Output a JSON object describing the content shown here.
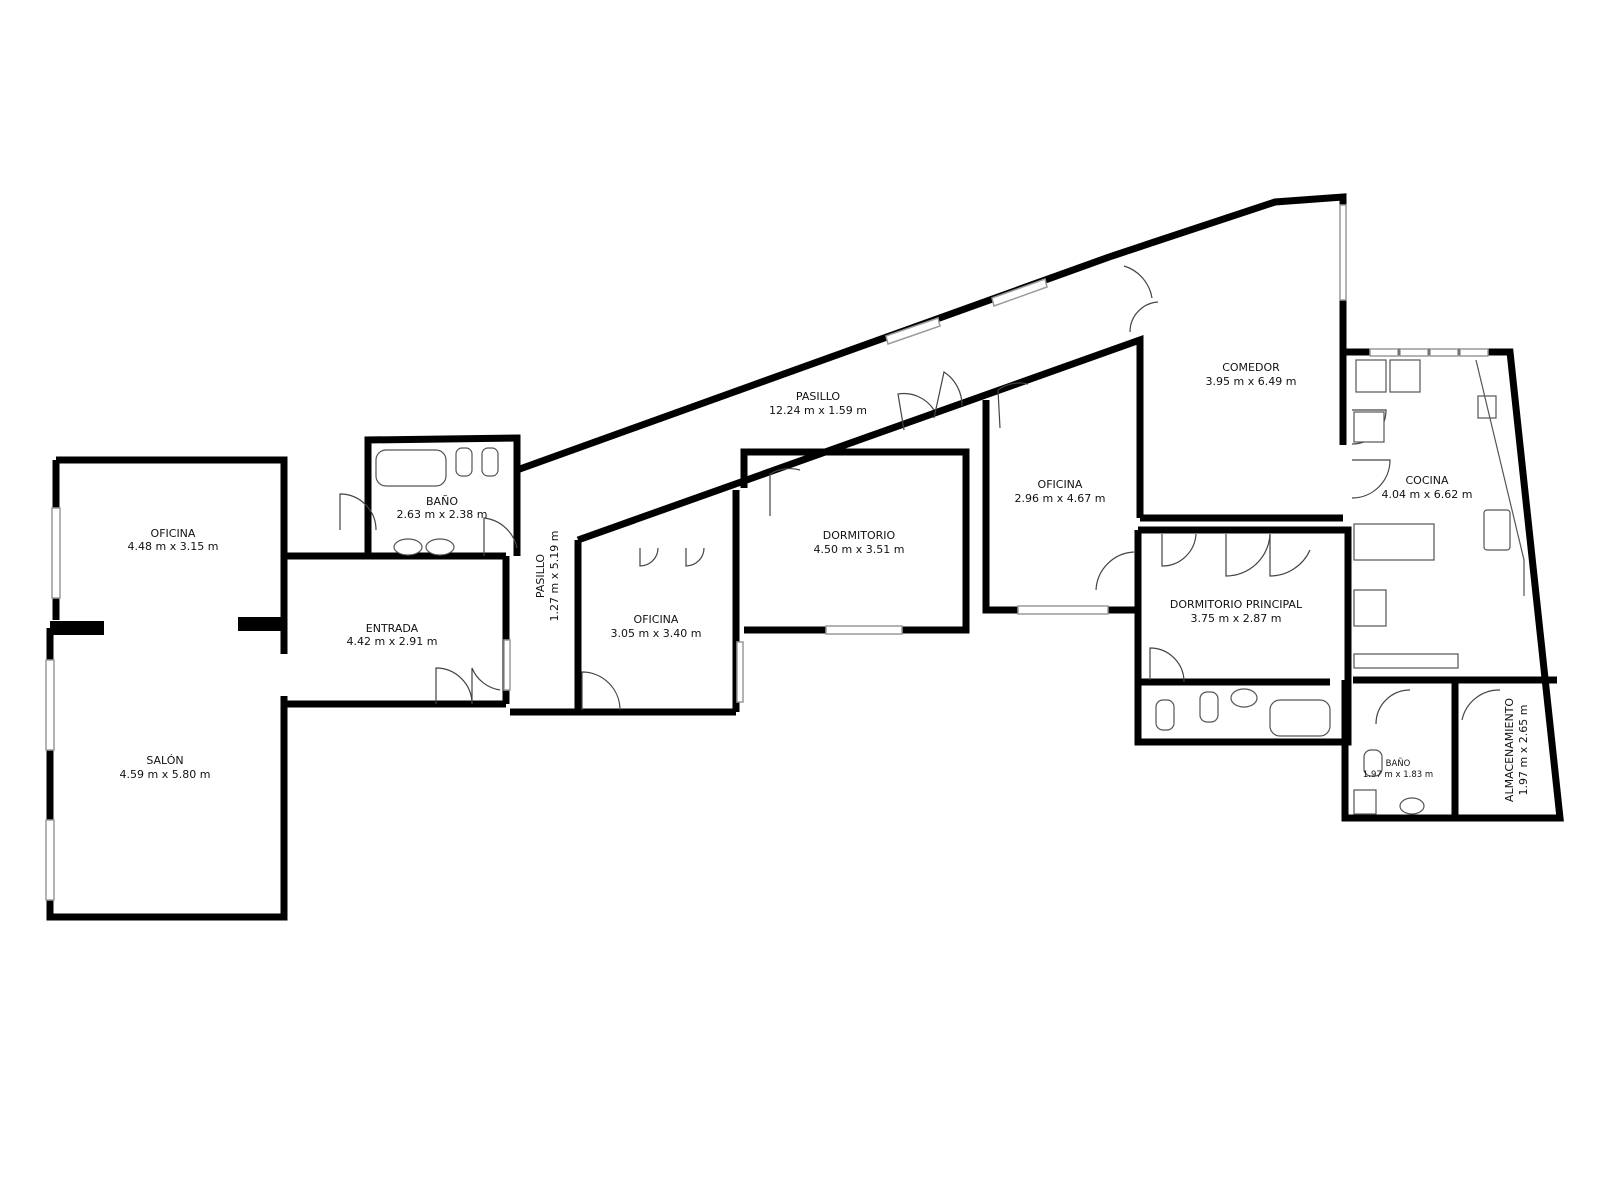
{
  "rooms": {
    "oficina_1": {
      "name": "OFICINA",
      "dims": "4.48 m x 3.15 m"
    },
    "salon": {
      "name": "SALÓN",
      "dims": "4.59 m x 5.80 m"
    },
    "entrada": {
      "name": "ENTRADA",
      "dims": "4.42 m x 2.91 m"
    },
    "bano_1": {
      "name": "BAÑO",
      "dims": "2.63 m x 2.38 m"
    },
    "pasillo_v": {
      "name": "PASILLO",
      "dims": "1.27 m x 5.19 m"
    },
    "pasillo_h": {
      "name": "PASILLO",
      "dims": "12.24 m x 1.59 m"
    },
    "oficina_2": {
      "name": "OFICINA",
      "dims": "3.05 m x 3.40 m"
    },
    "dormitorio": {
      "name": "DORMITORIO",
      "dims": "4.50 m x 3.51 m"
    },
    "oficina_3": {
      "name": "OFICINA",
      "dims": "2.96 m x 4.67 m"
    },
    "comedor": {
      "name": "COMEDOR",
      "dims": "3.95 m x 6.49 m"
    },
    "cocina": {
      "name": "COCINA",
      "dims": "4.04 m x 6.62 m"
    },
    "dormitorio_principal": {
      "name": "DORMITORIO PRINCIPAL",
      "dims": "3.75 m x 2.87 m"
    },
    "bano_2": {
      "name": "BAÑO",
      "dims": "1.97 m x 1.83 m"
    },
    "almacenamiento": {
      "name": "ALMACENAMIENTO",
      "dims": "1.97 m x 2.65 m"
    }
  },
  "colors": {
    "wall": "#000000",
    "window": "#9a9a9a",
    "fixture": "#555555",
    "background": "#ffffff"
  },
  "icons": [
    "door-swing-icon",
    "window-icon",
    "toilet-icon",
    "sink-icon",
    "bathtub-icon",
    "shower-icon",
    "stove-icon"
  ]
}
